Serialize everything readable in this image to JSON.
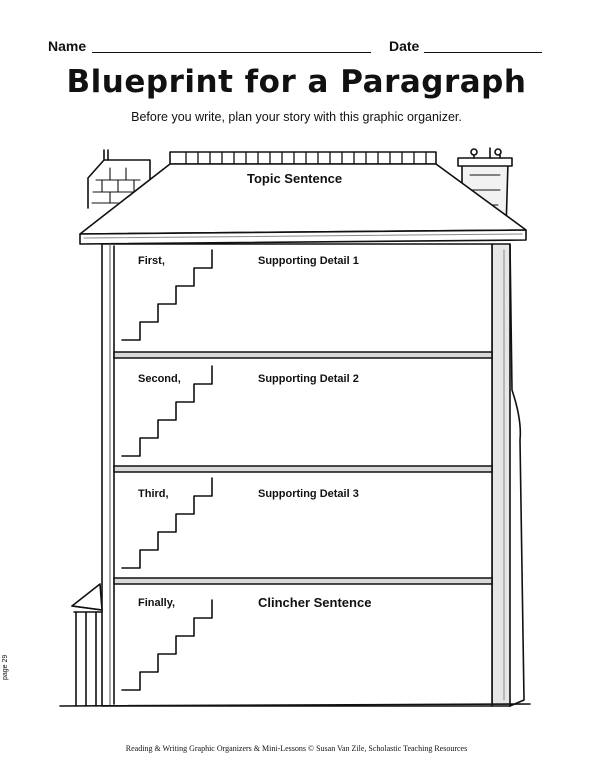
{
  "header": {
    "name_label": "Name",
    "date_label": "Date"
  },
  "title": "Blueprint for a Paragraph",
  "subtitle": "Before you write, plan your story with this graphic organizer.",
  "sections": {
    "topic": "Topic Sentence",
    "floors": [
      {
        "transition": "First,",
        "heading": "Supporting Detail 1"
      },
      {
        "transition": "Second,",
        "heading": "Supporting Detail 2"
      },
      {
        "transition": "Third,",
        "heading": "Supporting Detail 3"
      },
      {
        "transition": "Finally,",
        "heading": "Clincher Sentence"
      }
    ]
  },
  "footer": "Reading & Writing Graphic Organizers & Mini-Lessons © Susan Van Zile, Scholastic Teaching Resources",
  "page_number": "page 29"
}
